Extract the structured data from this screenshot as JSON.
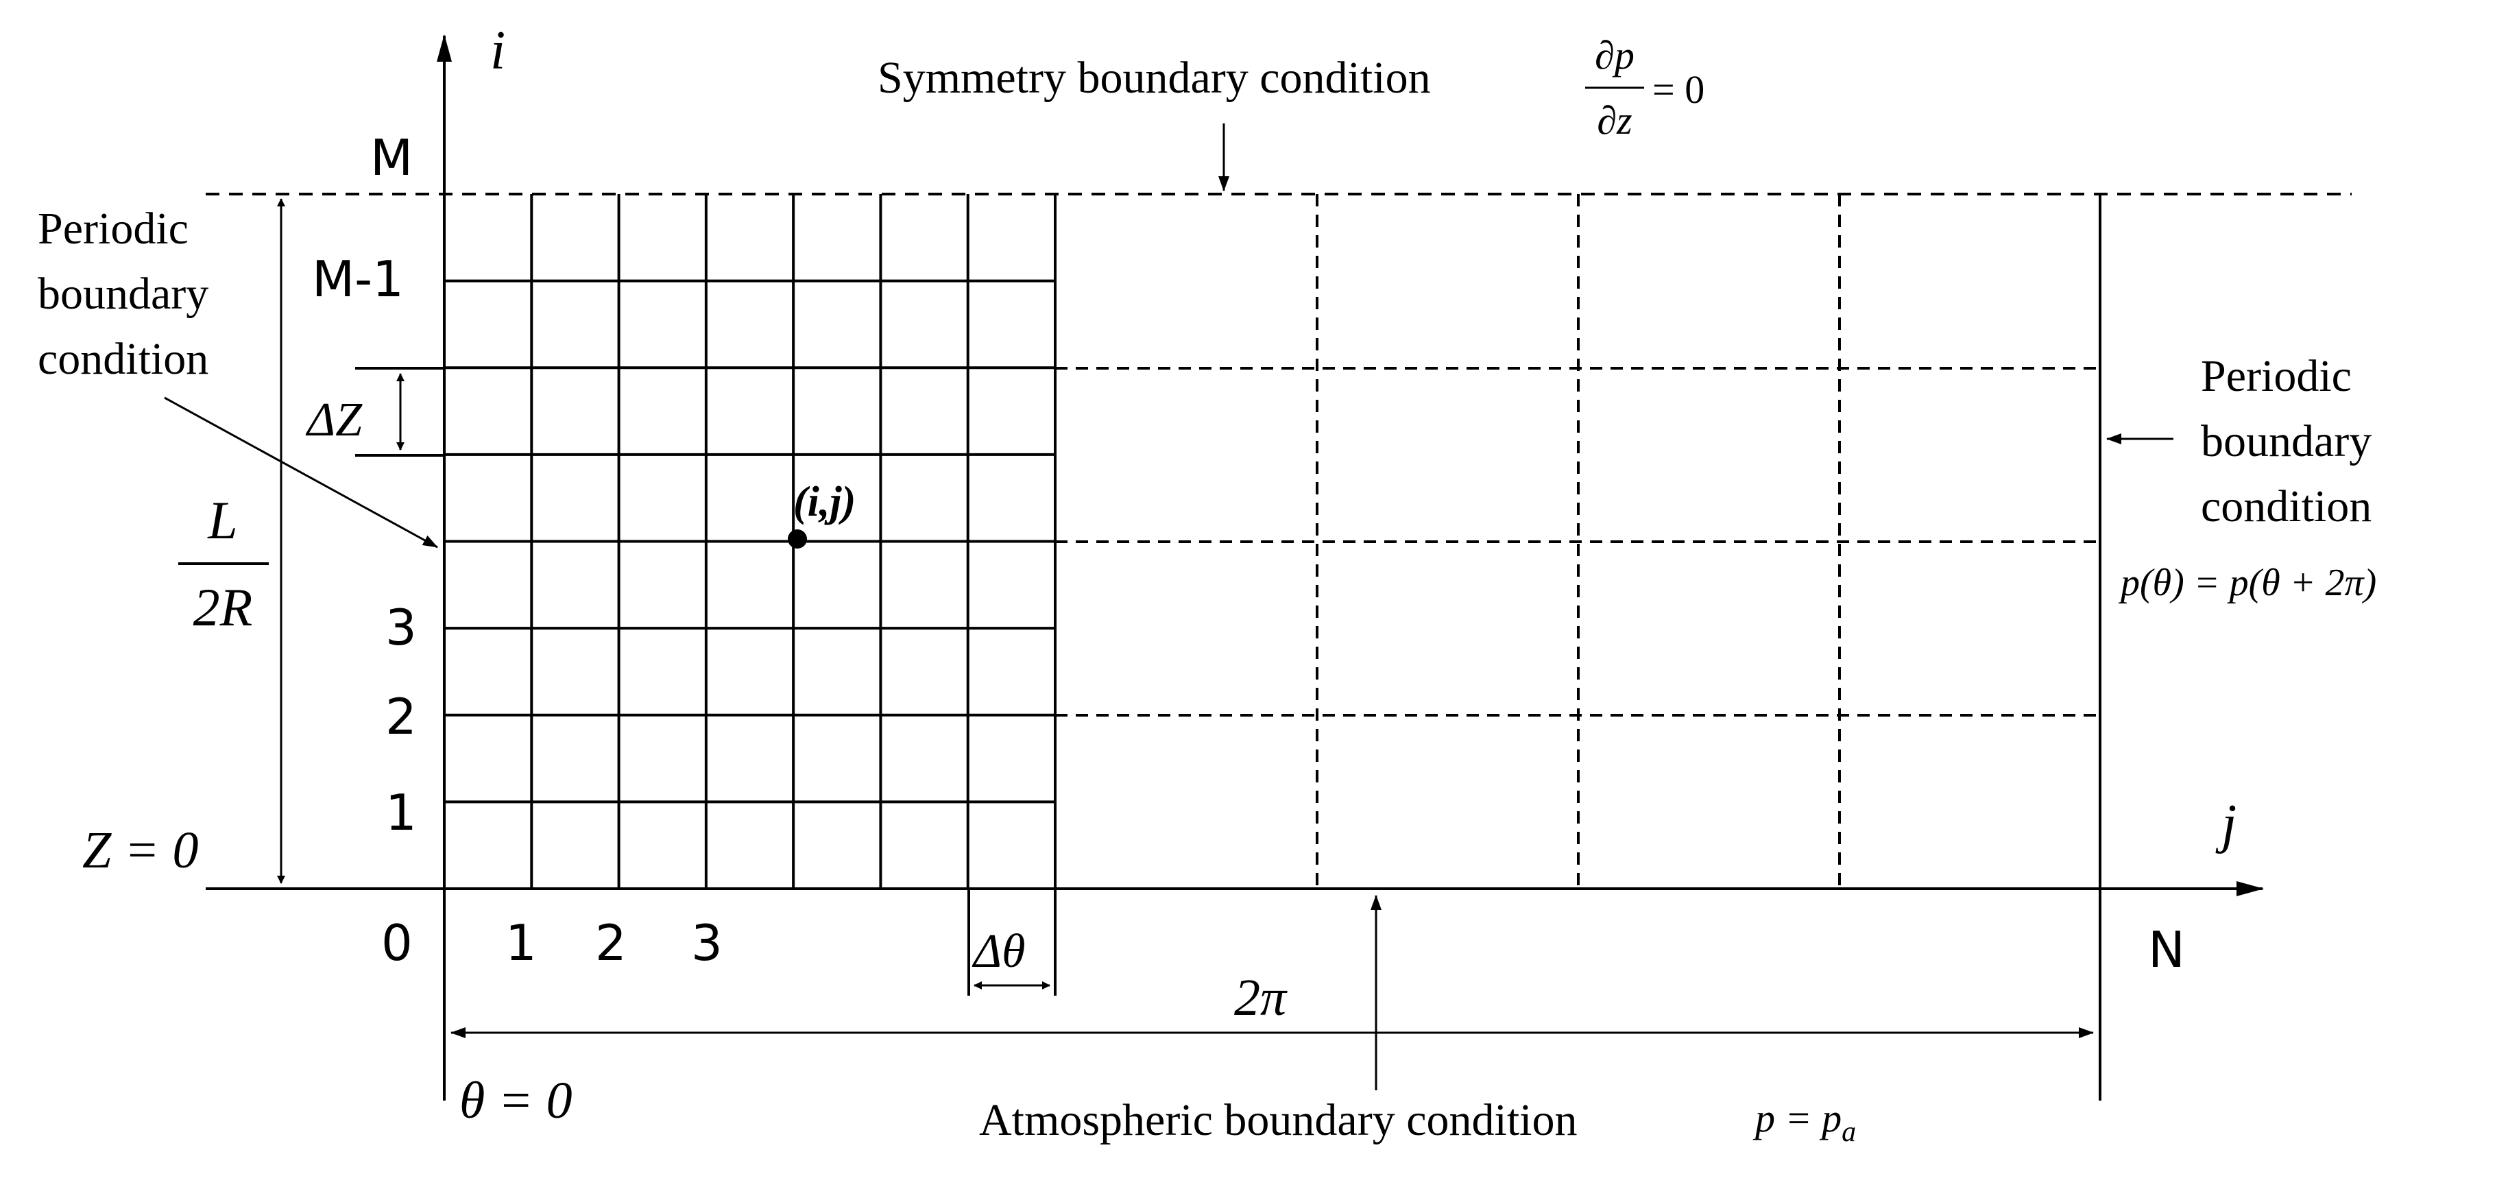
{
  "axes": {
    "vertical_axis_label": "i",
    "horizontal_axis_label": "j"
  },
  "row_labels": {
    "top": "M",
    "second": "M-1",
    "row3": "3",
    "row2": "2",
    "row1": "1",
    "origin": "0"
  },
  "column_labels": {
    "col1": "1",
    "col2": "2",
    "col3": "3",
    "end": "N"
  },
  "annotations": {
    "symmetry_title": "Symmetry boundary condition",
    "symmetry_eq_num": "∂p",
    "symmetry_eq_den": "∂z",
    "symmetry_eq_rhs": "= 0",
    "periodic_left": [
      "Periodic",
      "boundary",
      "condition"
    ],
    "periodic_right": [
      "Periodic",
      "boundary",
      "condition"
    ],
    "periodic_eq": "p(θ) = p(θ + 2π)",
    "atmospheric_title": "Atmospheric boundary condition",
    "atmospheric_eq_p": "p = p",
    "atmospheric_eq_sub": "a",
    "z_zero": "Z = 0",
    "theta_zero": "θ = 0",
    "height_num": "L",
    "height_den": "2R",
    "delta_z": "ΔZ",
    "delta_theta": "Δθ",
    "two_pi": "2π",
    "node_label": "(i,j)"
  },
  "colors": {
    "line": "#000000",
    "background": "#ffffff"
  }
}
